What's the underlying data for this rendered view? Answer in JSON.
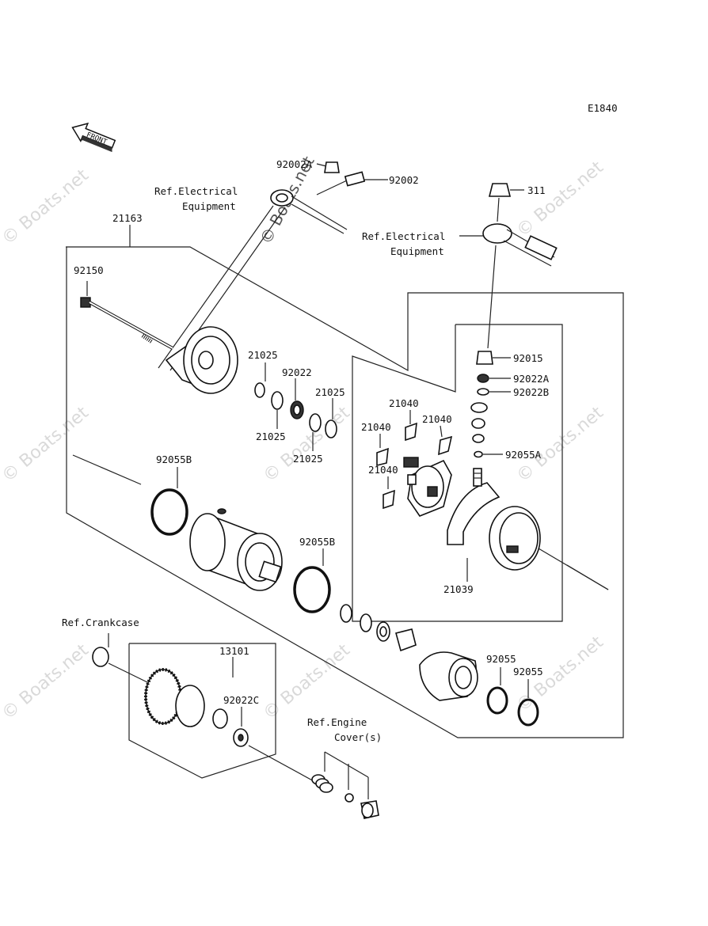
{
  "diagram": {
    "figure_code": "E1840",
    "direction_arrow": "FRONT",
    "watermark": "© Boats.net",
    "labels": {
      "p92002A": "92002A",
      "p92002": "92002",
      "ref_elec_1": "Ref.Electrical",
      "ref_elec_1b": "Equipment",
      "p21163": "21163",
      "p311": "311",
      "ref_elec_2": "Ref.Electrical",
      "ref_elec_2b": "Equipment",
      "p92150": "92150",
      "p92015": "92015",
      "p21025a": "21025",
      "p92022": "92022",
      "p21025b": "21025",
      "p92022A": "92022A",
      "p92022B": "92022B",
      "p21040a": "21040",
      "p21040b": "21040",
      "p21040c": "21040",
      "p21040d": "21040",
      "p21025c": "21025",
      "p21025d": "21025",
      "p92055A": "92055A",
      "p92055B_1": "92055B",
      "p92055B_2": "92055B",
      "p21039": "21039",
      "ref_crank": "Ref.Crankcase",
      "p13101": "13101",
      "p92022C": "92022C",
      "p92055a": "92055",
      "p92055b": "92055",
      "ref_engine": "Ref.Engine",
      "ref_engine_b": "Cover(s)"
    }
  }
}
